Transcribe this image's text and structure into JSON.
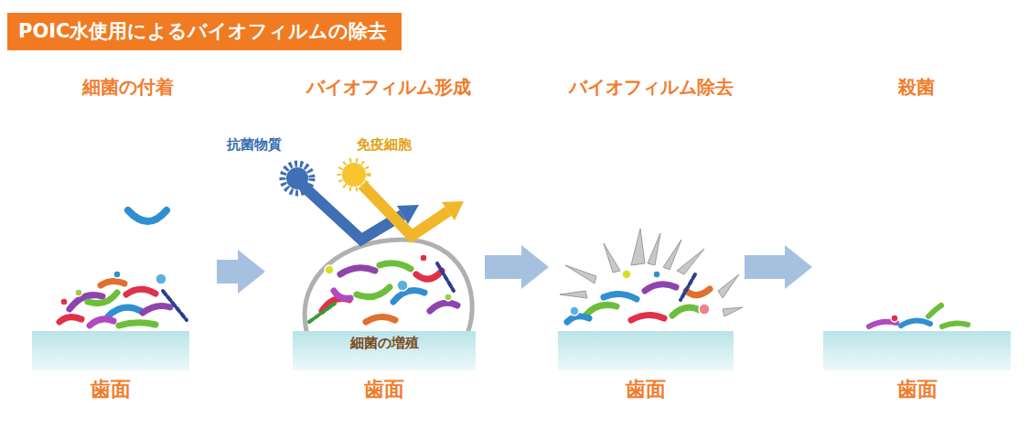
{
  "diagram": {
    "title": "POIC水使用によるバイオフィルムの除去",
    "nodes": [
      {
        "text": [
          "歯面"
        ]
      },
      {
        "text": [
          "細菌の増殖",
          "歯面"
        ]
      },
      {
        "text": [
          "歯面"
        ]
      },
      {
        "text": [
          "歯面"
        ]
      }
    ],
    "edges": [
      {
        "from": 0,
        "to": 1,
        "arrow": "to"
      },
      {
        "from": 1,
        "to": 2,
        "arrow": "to"
      },
      {
        "from": 2,
        "to": 3,
        "arrow": "to"
      }
    ],
    "labels": [
      "細菌の付着",
      "バイオフィルム形成",
      "バイオフィルム除去",
      "殺菌",
      "抗菌物質",
      "免疫細胞"
    ]
  }
}
